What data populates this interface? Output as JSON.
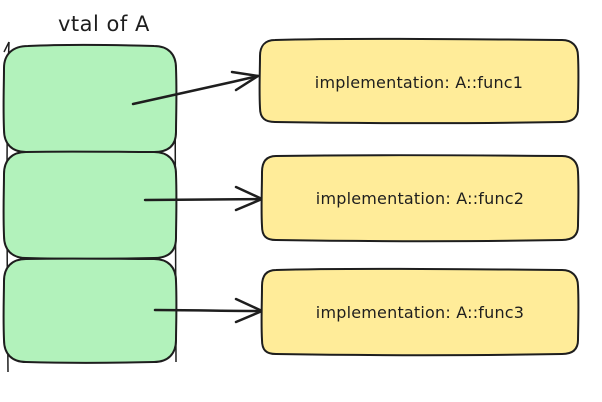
{
  "title": "vtal of A",
  "slots": [
    {
      "id": "slot-1",
      "target": "implementation: A::func1"
    },
    {
      "id": "slot-2",
      "target": "implementation: A::func2"
    },
    {
      "id": "slot-3",
      "target": "implementation: A::func3"
    }
  ],
  "colors": {
    "slot_fill": "#b2f2bb",
    "impl_fill": "#ffec99",
    "stroke": "#1e1e1e",
    "background": "#ffffff"
  }
}
